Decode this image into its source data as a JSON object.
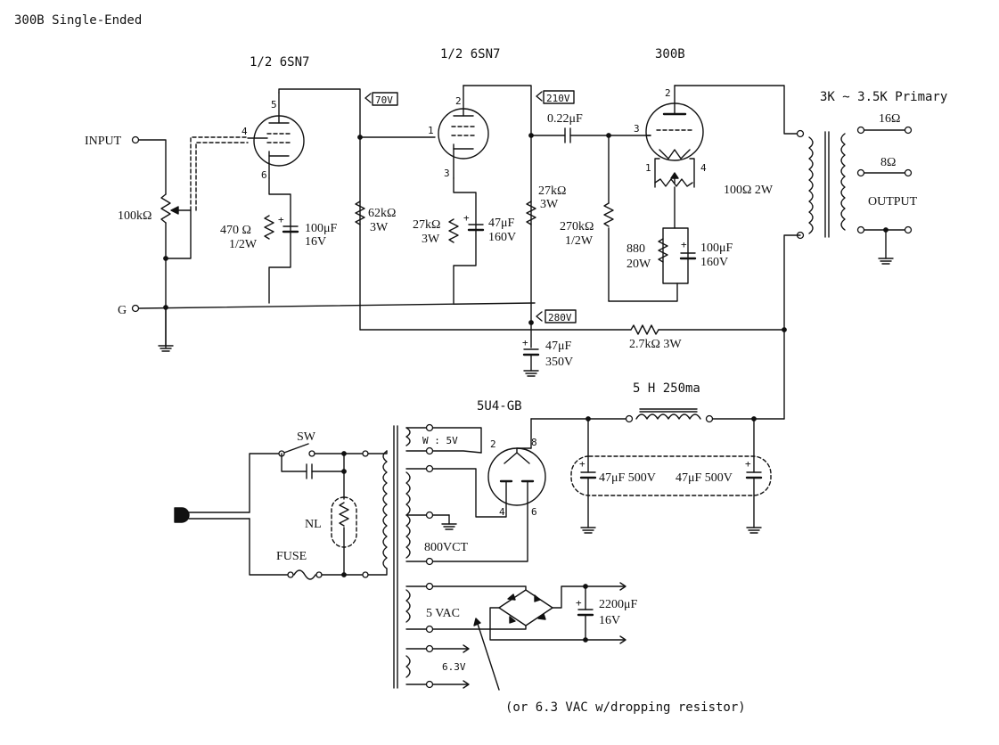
{
  "title": "300B Single-Ended",
  "tubes": {
    "v1": "1/2 6SN7",
    "v2": "1/2 6SN7",
    "v3": "300B",
    "rect": "5U4-GB"
  },
  "pins": {
    "v1_plate": "5",
    "v1_grid": "4",
    "v1_cath": "6",
    "v2_plate": "2",
    "v2_grid": "1",
    "v2_cath": "3",
    "v3_plate": "2",
    "v3_grid": "3",
    "v3_f1": "1",
    "v3_f2": "4",
    "r_p1": "2",
    "r_p2": "8",
    "r_c1": "4",
    "r_c2": "6"
  },
  "voltages": {
    "v1_plate": "70V",
    "v2_plate": "210V",
    "b_plus": "280V"
  },
  "labels": {
    "input": "INPUT",
    "ground": "G",
    "vol": "100kΩ",
    "r1": "470 Ω",
    "r1w": "1/2W",
    "c1": "100μF",
    "c1v": "16V",
    "r2": "62kΩ",
    "r2w": "3W",
    "r3": "27kΩ",
    "r3w": "3W",
    "c2": "47μF",
    "c2v": "160V",
    "r4": "27kΩ",
    "r4w": "3W",
    "ccouple": "0.22μF",
    "r5": "270kΩ",
    "r5w": "1/2W",
    "hum": "100Ω 2W",
    "r6": "880",
    "r6w": "20W",
    "c3": "100μF",
    "c3v": "160V",
    "ot": "3K ~ 3.5K Primary",
    "tap16": "16Ω",
    "tap8": "8Ω",
    "output": "OUTPUT",
    "r7": "2.7kΩ 3W",
    "c4": "47μF",
    "c4v": "350V",
    "choke": "5 H 250ma",
    "sw": "SW",
    "nl": "NL",
    "fuse": "FUSE",
    "w5v": "W : 5V",
    "hv": "800VCT",
    "c5": "47μF 500V",
    "c6": "47μF 500V",
    "vac5": "5 VAC",
    "vac63": "6.3V",
    "c7": "2200μF",
    "c7v": "16V",
    "note": "(or 6.3 VAC w/dropping resistor)"
  }
}
